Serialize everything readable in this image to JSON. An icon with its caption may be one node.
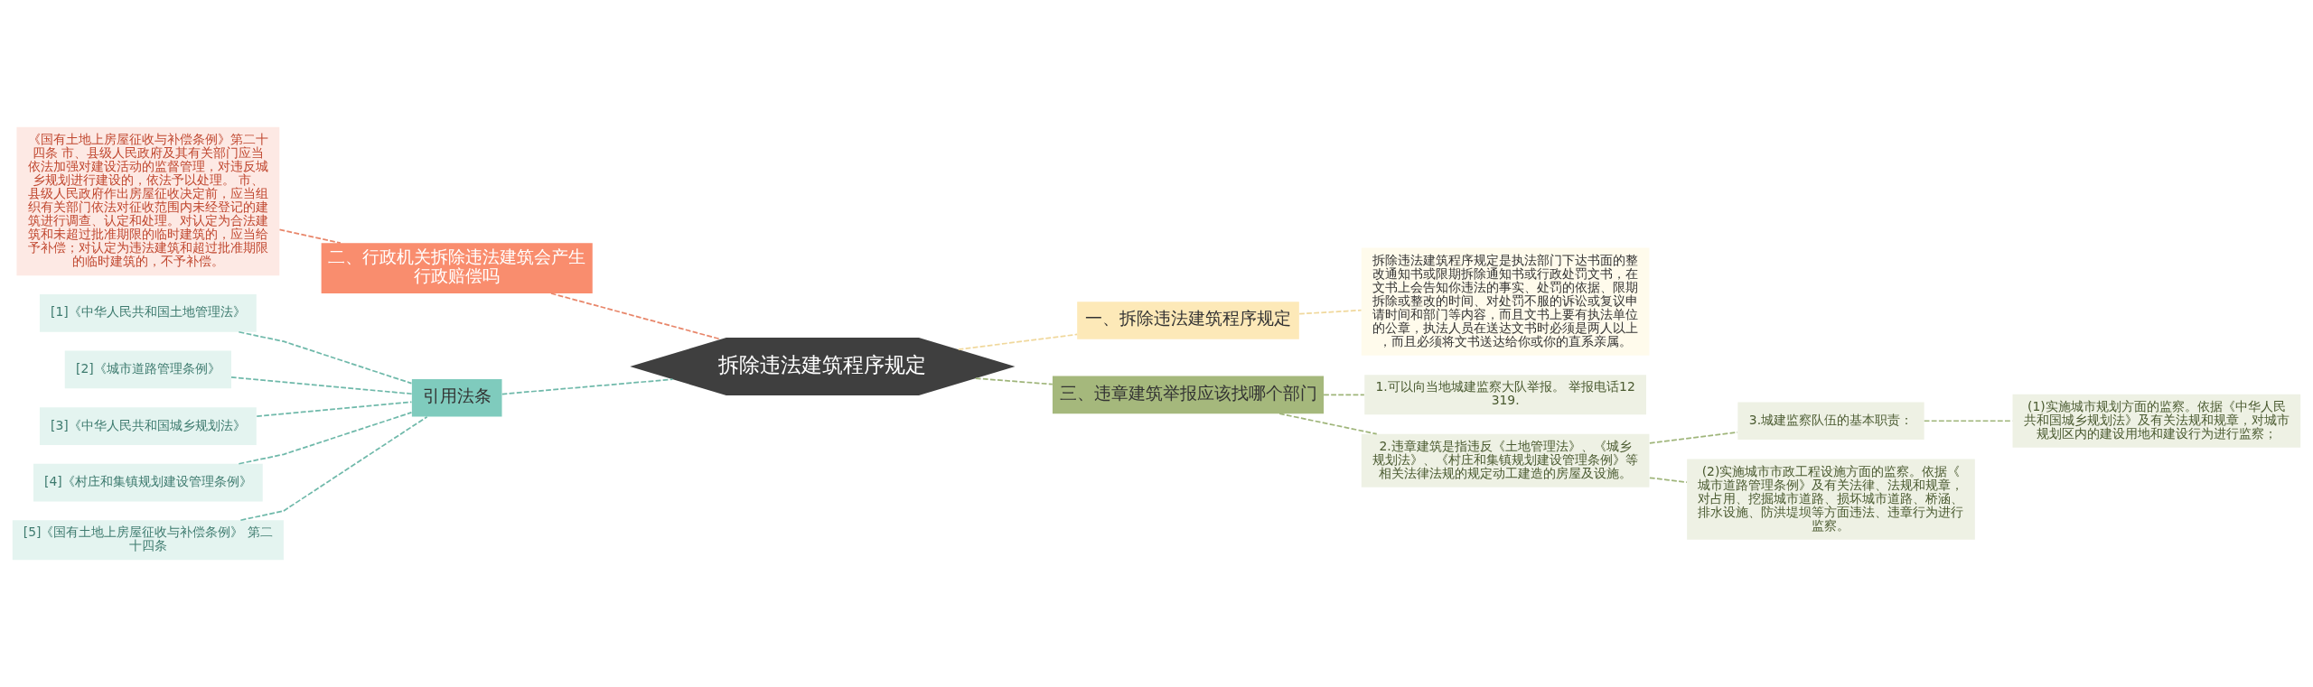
{
  "diagram": {
    "nodes": [
      {
        "text": [
          "拆除违法建筑程序规定"
        ]
      },
      {
        "text": [
          "一、拆除违法建筑程序规定"
        ]
      },
      {
        "text": [
          "拆除违法建筑程序规定是执法部门下达书面的整改通知书或限期拆除通知书或行政处罚文书，在文书上会告知你违法的事实、处罚的依据、限期拆除或整改的时间、对处罚不服的诉讼或复议申请时间和部门等内容，而且文书上要有执法单位的公章，执法人员在送达文书时必须是两人以上，而且必须将文书送达给你或你的直系亲属。"
        ]
      },
      {
        "text": [
          "三、违章建筑举报应该找哪个部门"
        ]
      },
      {
        "text": [
          "1.可以向当地城建监察大队举报。 举报电话12319."
        ]
      },
      {
        "text": [
          "2.违章建筑是指违反《土地管理法》、《城乡规划法》、《村庄和集镇规划建设管理条例》等相关法律法规的规定动工建造的房屋及设施。"
        ]
      },
      {
        "text": [
          "3.城建监察队伍的基本职责："
        ]
      },
      {
        "text": [
          "(1)实施城市规划方面的监察。依据《中华人民共和国城乡规划法》及有关法规和规章，对城市规划区内的建设用地和建设行为进行监察；"
        ]
      },
      {
        "text": [
          "(2)实施城市市政工程设施方面的监察。依据《城市道路管理条例》及有关法律、法规和规章，对占用、挖掘城市道路、损坏城市道路、桥涵、排水设施、防洪堤坝等方面违法、违章行为进行监察。"
        ]
      },
      {
        "text": [
          "二、行政机关拆除违法建筑会产生行政赔偿吗"
        ]
      },
      {
        "text": [
          "《国有土地上房屋征收与补偿条例》第二十四条 市、县级人民政府及其有关部门应当依法加强对建设活动的监督管理，对违反城乡规划进行建设的，依法予以处理。 市、县级人民政府作出房屋征收决定前，应当组织有关部门依法对征收范围内未经登记的建筑进行调查、认定和处理。对认定为合法建筑和未超过批准期限的临时建筑的，应当给予补偿；对认定为违法建筑和超过批准期限的临时建筑的，不予补偿。"
        ]
      },
      {
        "text": [
          "引用法条"
        ]
      },
      {
        "text": [
          "[1]《中华人民共和国土地管理法》"
        ]
      },
      {
        "text": [
          "[2]《城市道路管理条例》"
        ]
      },
      {
        "text": [
          "[3]《中华人民共和国城乡规划法》"
        ]
      },
      {
        "text": [
          "[4]《村庄和集镇规划建设管理条例》"
        ]
      },
      {
        "text": [
          "[5]《国有土地上房屋征收与补偿条例》 第二十四条"
        ]
      }
    ],
    "edges": [
      {
        "from": 0,
        "to": 1,
        "arrow": "none",
        "style": "dashed",
        "color": "#f0d89c"
      },
      {
        "from": 1,
        "to": 2,
        "arrow": "none",
        "style": "dashed",
        "color": "#f0d89c"
      },
      {
        "from": 0,
        "to": 3,
        "arrow": "none",
        "style": "dashed",
        "color": "#9fb57a"
      },
      {
        "from": 3,
        "to": 4,
        "arrow": "none",
        "style": "dashed",
        "color": "#9fb57a"
      },
      {
        "from": 3,
        "to": 5,
        "arrow": "none",
        "style": "dashed",
        "color": "#9fb57a"
      },
      {
        "from": 5,
        "to": 6,
        "arrow": "none",
        "style": "dashed",
        "color": "#9fb57a"
      },
      {
        "from": 5,
        "to": 8,
        "arrow": "none",
        "style": "dashed",
        "color": "#9fb57a"
      },
      {
        "from": 6,
        "to": 7,
        "arrow": "none",
        "style": "dashed",
        "color": "#9fb57a"
      },
      {
        "from": 0,
        "to": 9,
        "arrow": "none",
        "style": "dashed",
        "color": "#e8866a"
      },
      {
        "from": 9,
        "to": 10,
        "arrow": "none",
        "style": "dashed",
        "color": "#e8866a"
      },
      {
        "from": 0,
        "to": 11,
        "arrow": "none",
        "style": "dashed",
        "color": "#6fb9aa"
      },
      {
        "from": 11,
        "to": 12,
        "arrow": "none",
        "style": "dashed",
        "color": "#6fb9aa"
      },
      {
        "from": 11,
        "to": 13,
        "arrow": "none",
        "style": "dashed",
        "color": "#6fb9aa"
      },
      {
        "from": 11,
        "to": 14,
        "arrow": "none",
        "style": "dashed",
        "color": "#6fb9aa"
      },
      {
        "from": 11,
        "to": 15,
        "arrow": "none",
        "style": "dashed",
        "color": "#6fb9aa"
      },
      {
        "from": 11,
        "to": 16,
        "arrow": "none",
        "style": "dashed",
        "color": "#6fb9aa"
      }
    ]
  }
}
